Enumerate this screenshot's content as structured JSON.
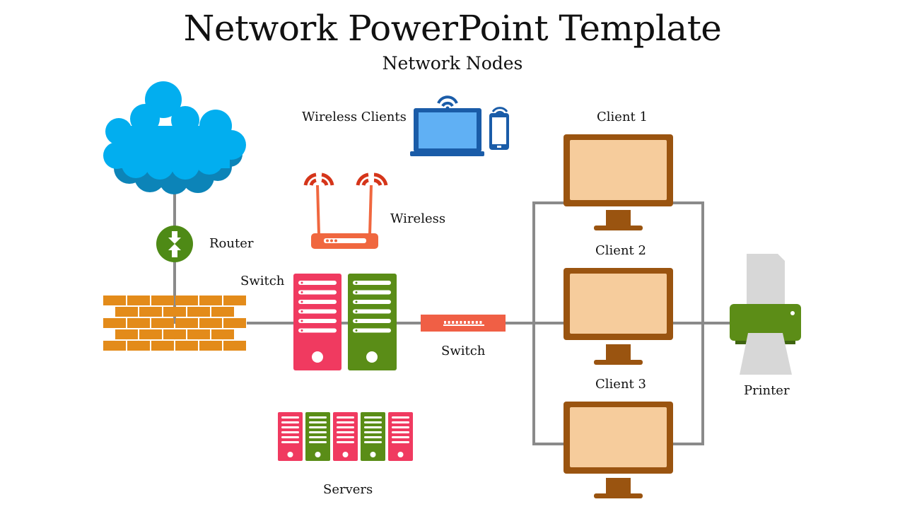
{
  "slide": {
    "title": "Network PowerPoint Template",
    "subtitle": "Network Nodes"
  },
  "labels": {
    "wireless_clients": "Wireless Clients",
    "wireless": "Wireless",
    "router": "Router",
    "switch_left": "Switch",
    "switch_right": "Switch",
    "servers": "Servers",
    "client_1": "Client 1",
    "client_2": "Client 2",
    "client_3": "Client 3",
    "printer": "Printer"
  },
  "colors": {
    "cloud": "#02aeef",
    "cloud_shadow": "#0c84b8",
    "router": "#4e8a16",
    "firewall": "#e38b1a",
    "server_pink": "#f03a60",
    "server_green": "#5a8d17",
    "switch": "#f05f45",
    "wireless_router": "#f0673f",
    "antenna_signal": "#d5351a",
    "laptop": "#1a5ca8",
    "laptop_screen": "#60b0f4",
    "monitor_frame": "#9a5410",
    "monitor_screen": "#f6cc9c",
    "printer_body": "#5c8d17",
    "printer_paper": "#d7d7d7",
    "connector": "#8a8a8a"
  },
  "icons": [
    "cloud-icon",
    "router-icon",
    "firewall-icon",
    "server-icon",
    "switch-icon",
    "wireless-router-icon",
    "laptop-icon",
    "phone-icon",
    "monitor-icon",
    "printer-icon"
  ]
}
